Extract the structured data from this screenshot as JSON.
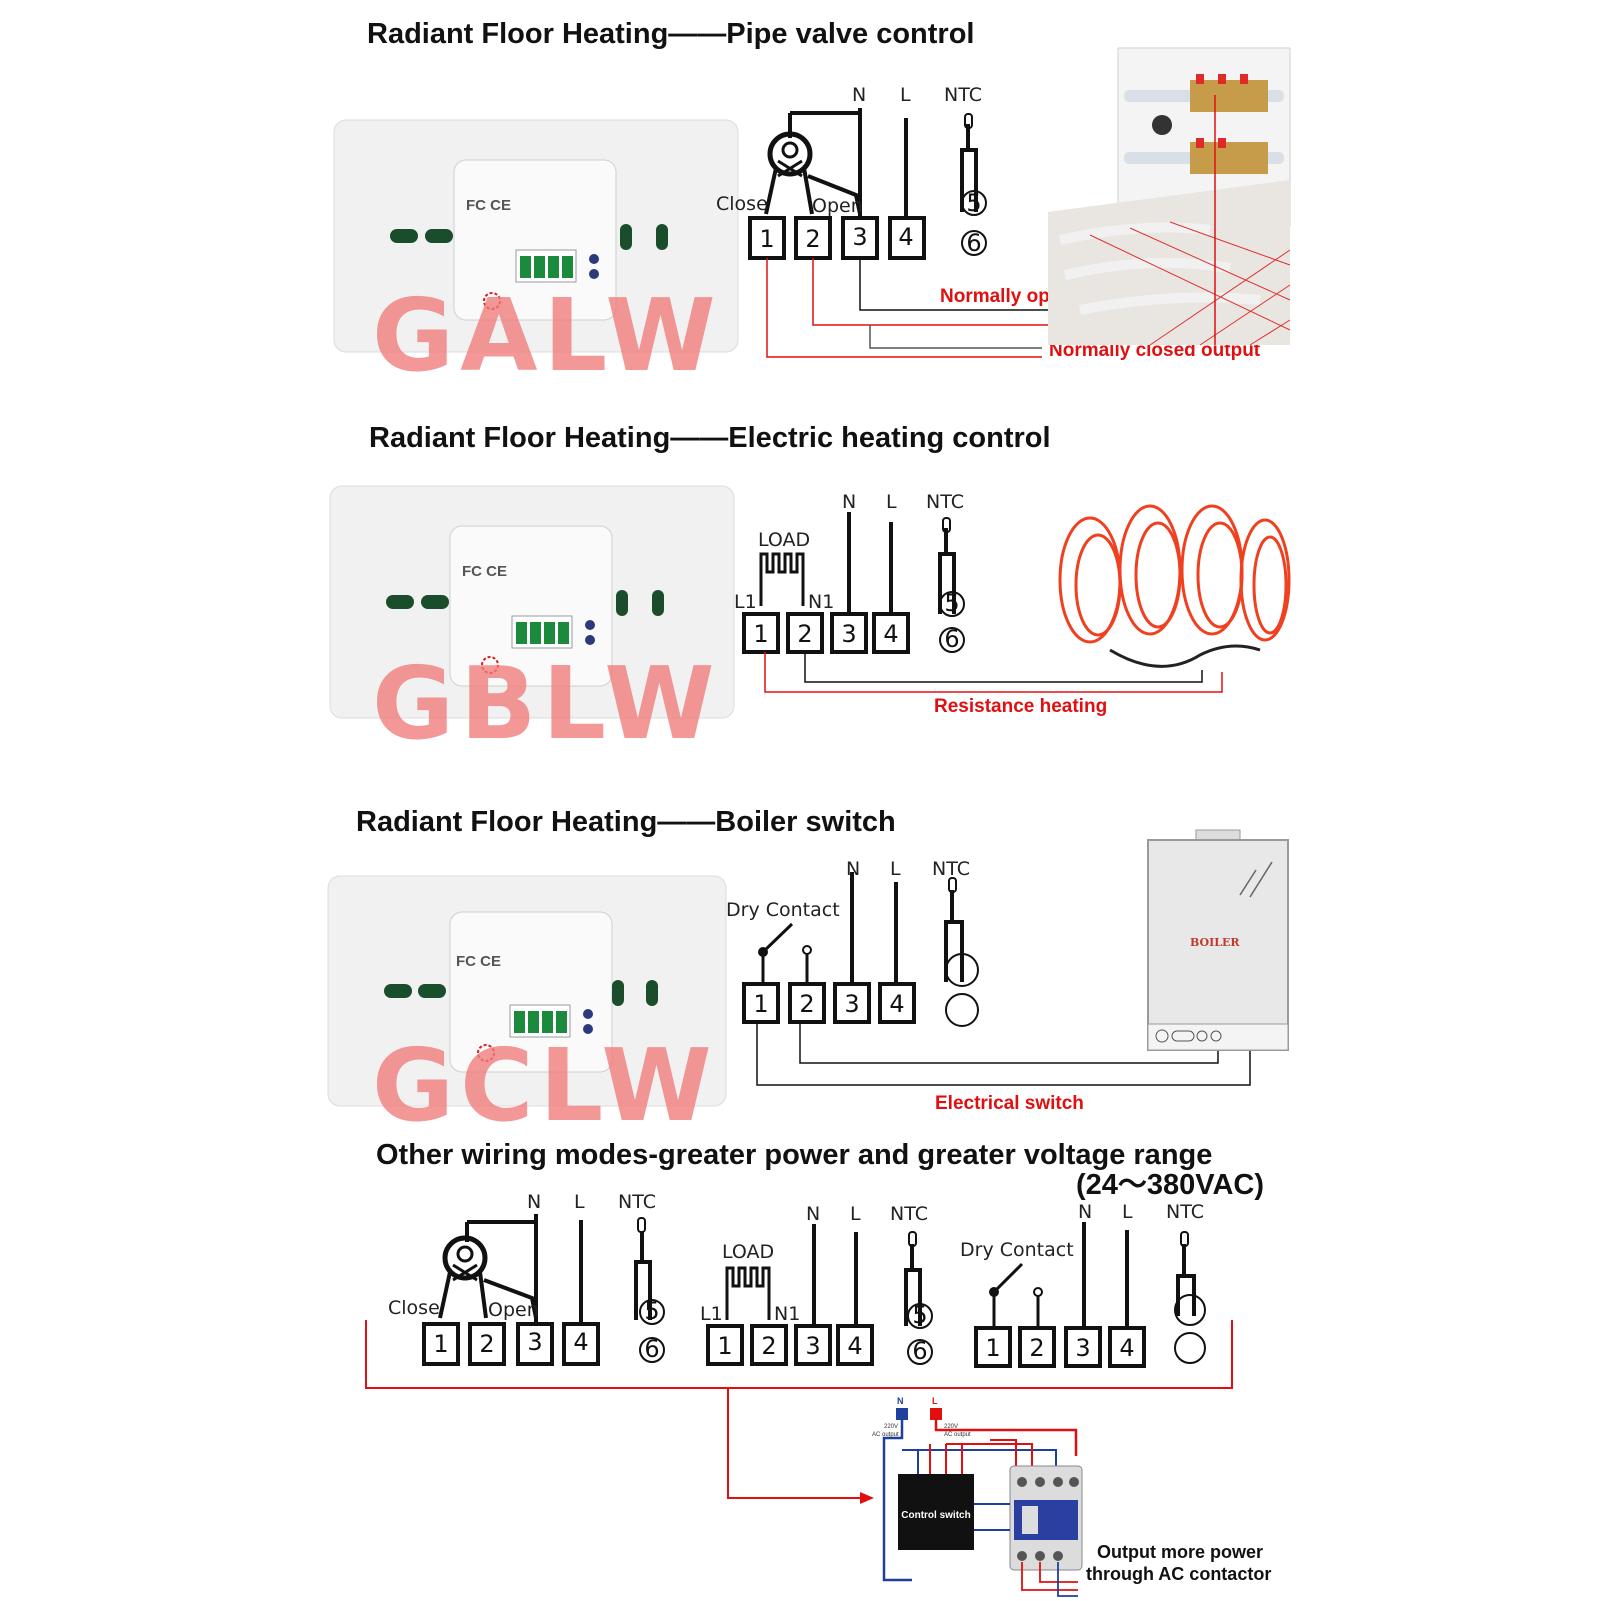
{
  "sections": [
    {
      "title": "Radiant Floor Heating——Pipe valve control",
      "model": "GALW",
      "terminals": [
        "1",
        "2",
        "3",
        "4"
      ],
      "ntc_terminals": [
        "5",
        "6"
      ],
      "labels": {
        "n": "N",
        "l": "L",
        "ntc": "NTC",
        "close": "Close",
        "open": "Open"
      },
      "outputs": [
        "Normally open output",
        "Normally closed output"
      ]
    },
    {
      "title": "Radiant Floor Heating——Electric heating control",
      "model": "GBLW",
      "terminals": [
        "1",
        "2",
        "3",
        "4"
      ],
      "ntc_terminals": [
        "5",
        "6"
      ],
      "labels": {
        "n": "N",
        "l": "L",
        "ntc": "NTC",
        "load": "LOAD",
        "l1": "L1",
        "n1": "N1"
      },
      "outputs": [
        "Resistance heating"
      ]
    },
    {
      "title": "Radiant Floor Heating——Boiler switch",
      "model": "GCLW",
      "terminals": [
        "1",
        "2",
        "3",
        "4"
      ],
      "labels": {
        "n": "N",
        "l": "L",
        "ntc": "NTC",
        "dry": "Dry Contact"
      },
      "boiler_label": "BOILER",
      "outputs": [
        "Electrical switch"
      ]
    }
  ],
  "other": {
    "title": "Other wiring modes-greater power and greater voltage range",
    "voltage": "(24～380VAC)",
    "diagrams": [
      {
        "labels": {
          "n": "N",
          "l": "L",
          "ntc": "NTC",
          "close": "Close",
          "open": "Open"
        },
        "terminals": [
          "1",
          "2",
          "3",
          "4"
        ],
        "ntc_terminals": [
          "5",
          "6"
        ]
      },
      {
        "labels": {
          "n": "N",
          "l": "L",
          "ntc": "NTC",
          "load": "LOAD",
          "l1": "L1",
          "n1": "N1"
        },
        "terminals": [
          "1",
          "2",
          "3",
          "4"
        ],
        "ntc_terminals": [
          "5",
          "6"
        ]
      },
      {
        "labels": {
          "n": "N",
          "l": "L",
          "ntc": "NTC",
          "dry": "Dry Contact"
        },
        "terminals": [
          "1",
          "2",
          "3",
          "4"
        ]
      }
    ],
    "contactor": {
      "control_label": "Control switch",
      "n_label": "N",
      "l_label": "L",
      "ac_220_label": "220V",
      "ac_output_label": "AC output",
      "output_note_line1": "Output more power",
      "output_note_line2": "through AC contactor"
    }
  },
  "colors": {
    "accent_red": "#e01010",
    "watermark": "#f07a7a",
    "wire_blue": "#1f3f9f"
  }
}
